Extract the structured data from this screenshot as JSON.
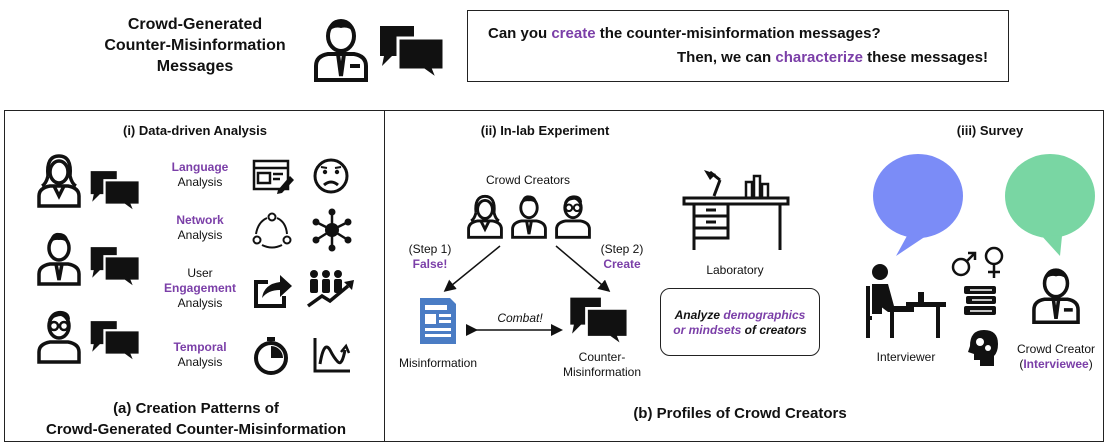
{
  "header": {
    "title_line1": "Crowd-Generated",
    "title_line2": "Counter-Misinformation",
    "title_line3": "Messages",
    "q_pre": "Can you ",
    "q_kw": "create",
    "q_post": " the counter-misinformation messages?",
    "a_pre": "Then, we can ",
    "a_kw": "characterize",
    "a_post": " these messages!"
  },
  "panel_a": {
    "title": "(i) Data-driven Analysis",
    "language_kw": "Language",
    "language_wd": "Analysis",
    "network_kw": "Network",
    "network_wd": "Analysis",
    "engagement_pre": "User",
    "engagement_kw": "Engagement",
    "engagement_wd": "Analysis",
    "temporal_kw": "Temporal",
    "temporal_wd": "Analysis",
    "caption_line1": "(a) Creation Patterns of",
    "caption_line2": "Crowd-Generated Counter-Misinformation"
  },
  "panel_b": {
    "title_exp": "(ii) In-lab Experiment",
    "title_survey": "(iii) Survey",
    "crowd_creators": "Crowd Creators",
    "step1": "(Step 1)",
    "step1_kw": "False!",
    "step2": "(Step 2)",
    "step2_kw": "Create",
    "laboratory": "Laboratory",
    "combat": "Combat!",
    "misinformation": "Misinformation",
    "counter_line1": "Counter-",
    "counter_line2": "Misinformation",
    "analyze_pre": "Analyze ",
    "analyze_kw1": "demographics",
    "analyze_mid": "or ",
    "analyze_kw2": "mindsets",
    "analyze_post": " of creators",
    "interviewer": "Interviewer",
    "crowd_creator": "Crowd Creator",
    "interviewee_open": "(",
    "interviewee": "Interviewee",
    "interviewee_close": ")",
    "caption": "(b) Profiles of Crowd Creators"
  },
  "colors": {
    "accent": "#7b3fa8",
    "bubble_blue": "#7b8cf7",
    "bubble_green": "#79d6a3",
    "doc_blue": "#4a7cc4"
  }
}
